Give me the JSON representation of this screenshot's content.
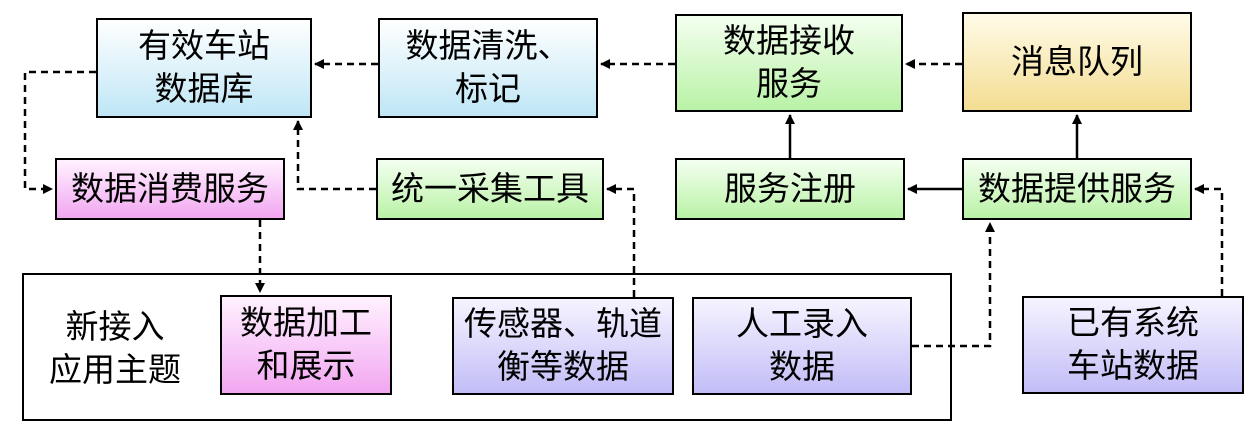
{
  "nodes": {
    "valid_db": "有效车站\n数据库",
    "cleaning": "数据清洗、\n标记",
    "receive_service": "数据接收\n服务",
    "message_queue": "消息队列",
    "consume_service": "数据消费服务",
    "collect_tool": "统一采集工具",
    "service_registry": "服务注册",
    "provide_service": "数据提供服务",
    "processing_display": "数据加工\n和展示",
    "sensor_track_data": "传感器、轨道\n衡等数据",
    "manual_entry": "人工录入\n数据",
    "existing_station_data": "已有系统\n车站数据"
  },
  "group": {
    "label": "新接入\n应用主题"
  },
  "colors": {
    "cyan": "#bfe6f6",
    "green": "#b9f2a6",
    "yellow": "#f3dd92",
    "pink": "#f2a6f1",
    "purple": "#c2bdf7"
  }
}
